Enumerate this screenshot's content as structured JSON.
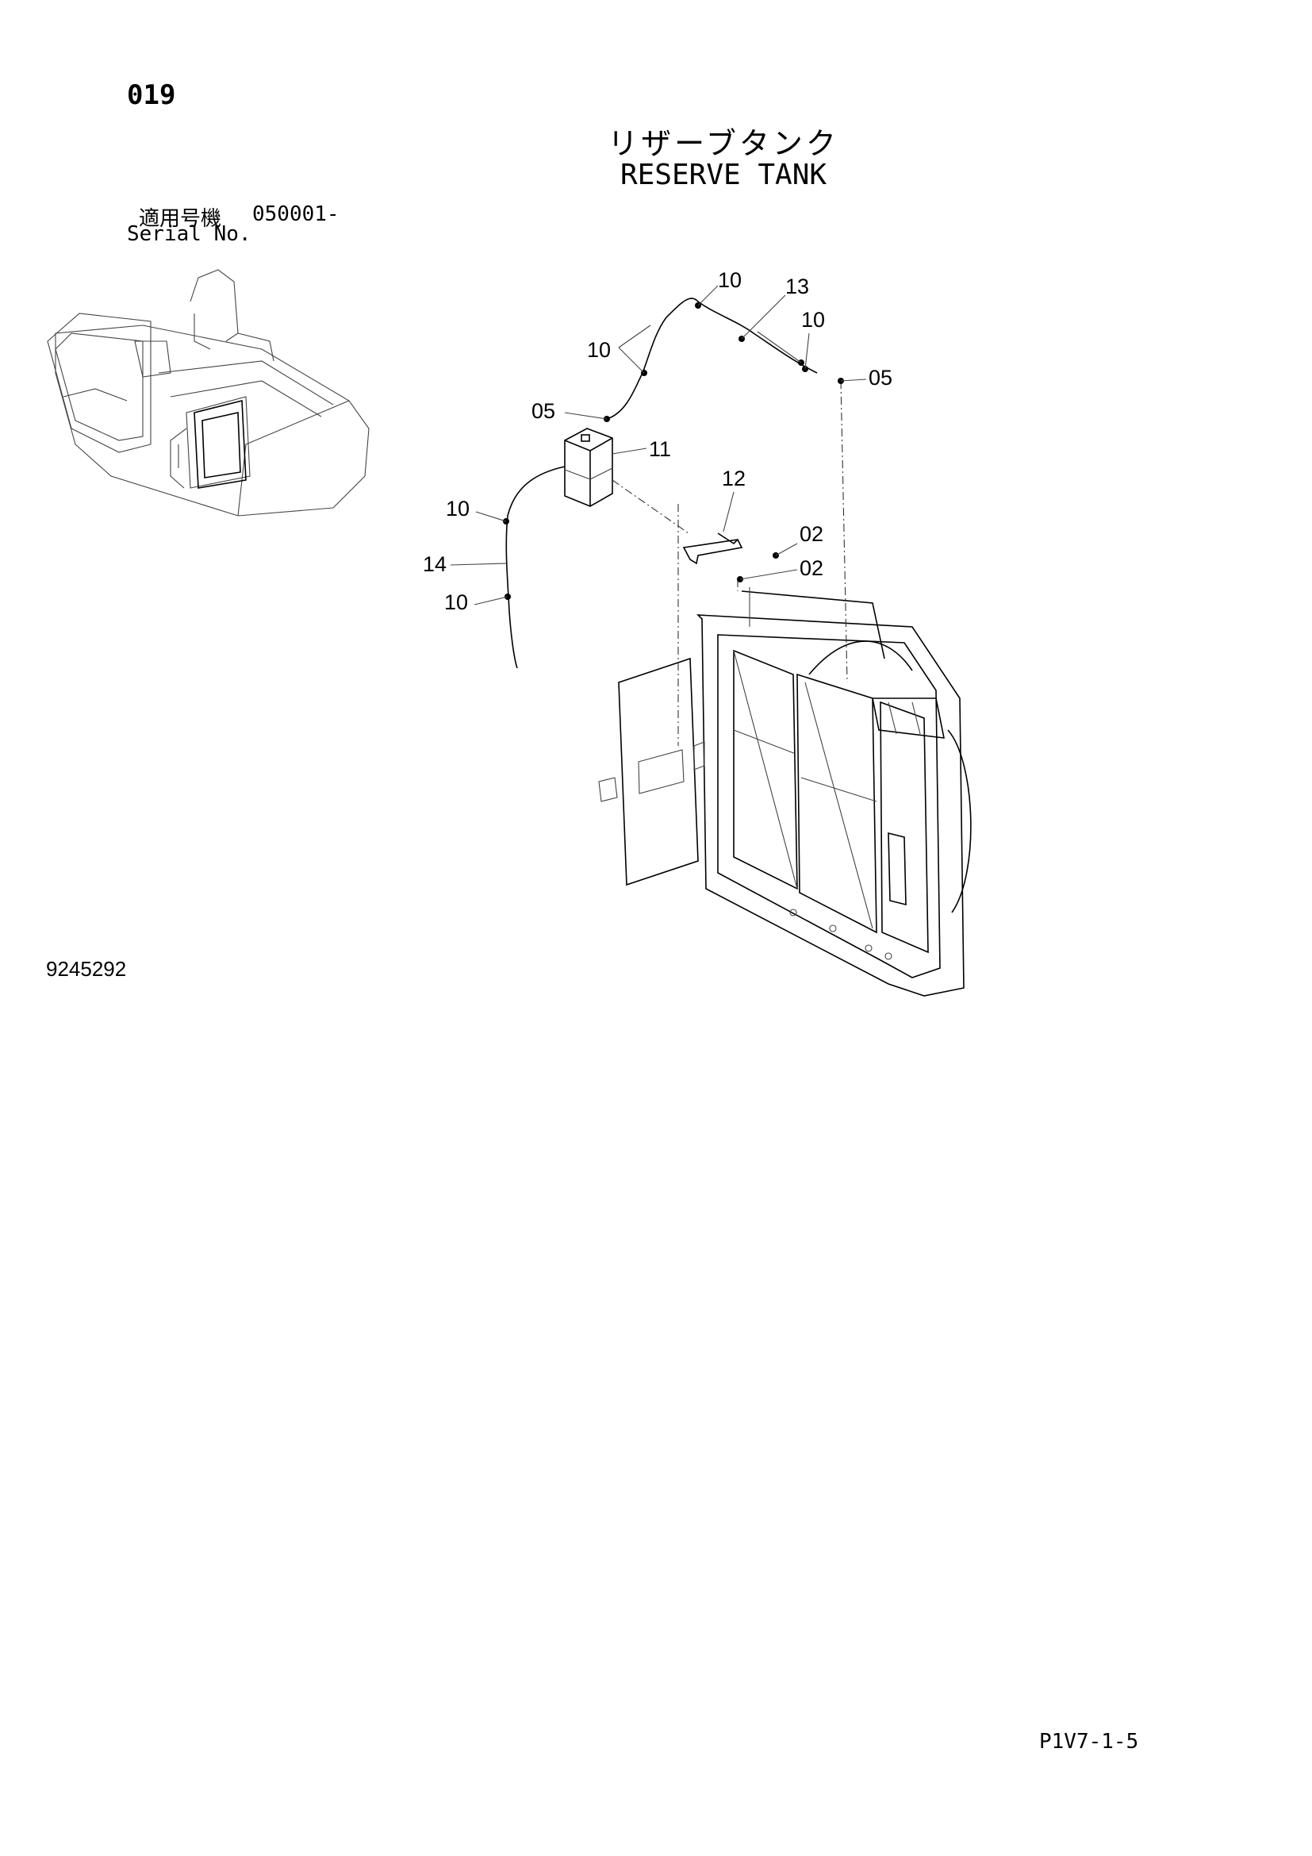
{
  "page": {
    "section_number": "019",
    "title_jp": "リザーブタンク",
    "title_en": "RESERVE TANK",
    "serial_label_jp": "適用号機",
    "serial_value": "050001-",
    "serial_label_en": "Serial No.",
    "drawing_number": "9245292",
    "page_reference": "P1V7-1-5"
  },
  "callouts": [
    "10",
    "13",
    "10",
    "10",
    "05",
    "05",
    "11",
    "12",
    "02",
    "02",
    "10",
    "14",
    "10"
  ],
  "icons": {
    "locator": "excavator-locator-icon",
    "tank": "reserve-tank-icon",
    "radiator": "radiator-assembly-icon"
  }
}
